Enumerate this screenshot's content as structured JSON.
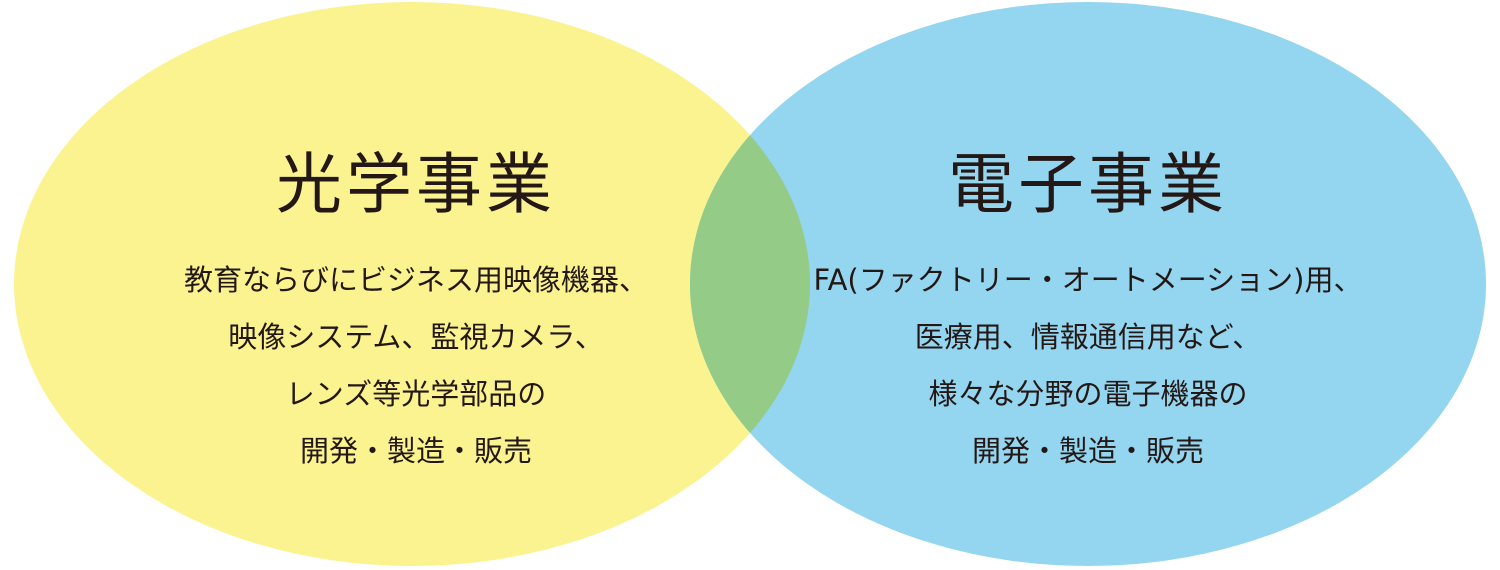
{
  "colors": {
    "left_circle": "#faf38f",
    "right_circle": "#94d5f0",
    "overlap": "#93cb87",
    "text": "#231815"
  },
  "diagram": {
    "left": {
      "title": "光学事業",
      "lines": [
        "教育ならびにビジネス用映像機器、",
        "映像システム、監視カメラ、",
        "レンズ等光学部品の",
        "開発・製造・販売"
      ]
    },
    "right": {
      "title": "電子事業",
      "lines": [
        "FA(ファクトリー・オートメーション)用、",
        "医療用、情報通信用など、",
        "様々な分野の電子機器の",
        "開発・製造・販売"
      ]
    }
  }
}
